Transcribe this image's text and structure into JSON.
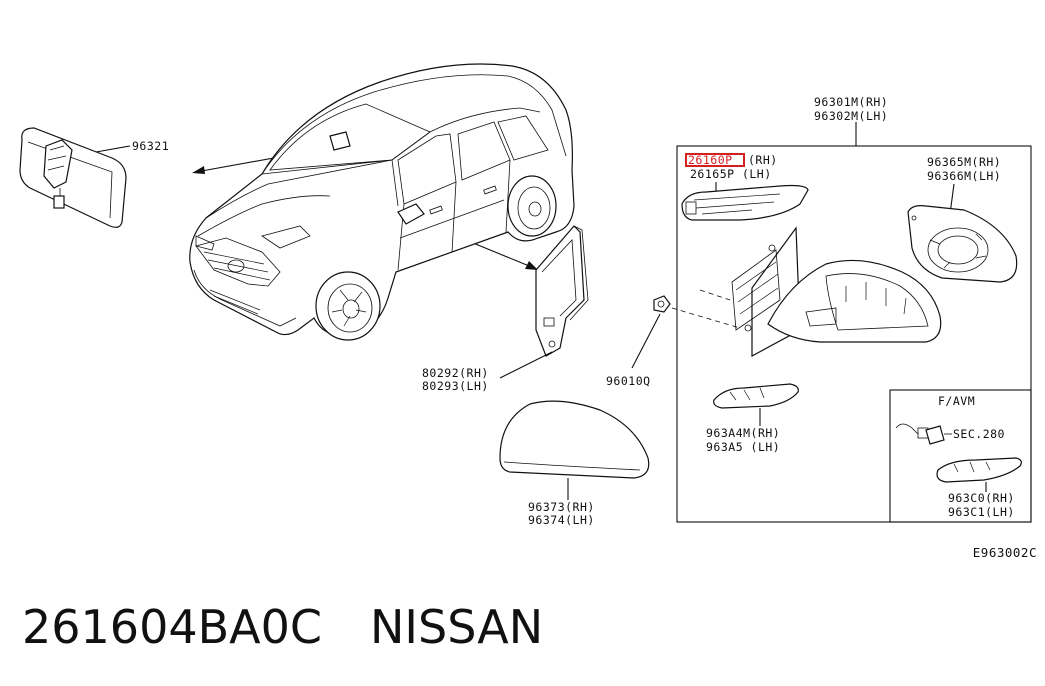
{
  "labels": {
    "rear_mirror": "96321",
    "mirror_assy_rh": "96301M(RH)",
    "mirror_assy_lh": "96302M(LH)",
    "lamp_rh_code": "26160P",
    "lamp_rh_side": "(RH)",
    "lamp_lh": "26165P (LH)",
    "glass_rh": "96365M(RH)",
    "glass_lh": "96366M(LH)",
    "finisher_rh": "80292(RH)",
    "finisher_lh": "80293(LH)",
    "nut": "96010Q",
    "cover_strip_rh": "963A4M(RH)",
    "cover_strip_lh": "963A5 (LH)",
    "cap_rh": "96373(RH)",
    "cap_lh": "96374(LH)",
    "favm_title": "F/AVM",
    "favm_sec": "SEC.280",
    "favm_rh": "963C0(RH)",
    "favm_lh": "963C1(LH)"
  },
  "diagram_code": "E963002C",
  "footer": {
    "part_number": "261604BA0C",
    "brand": "NISSAN"
  },
  "colors": {
    "highlight": "#d62020",
    "ink": "#111111"
  }
}
